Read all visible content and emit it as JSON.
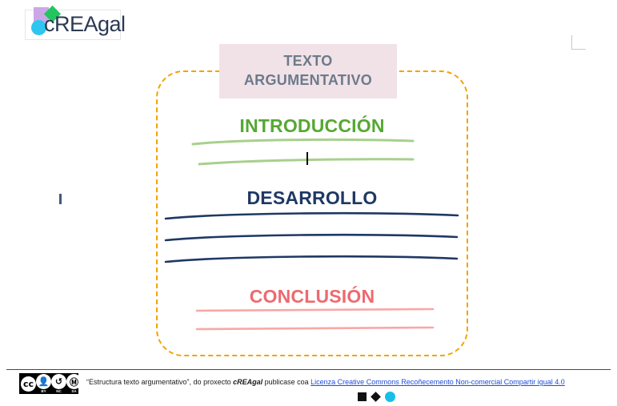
{
  "logo": {
    "text": "cREAgal",
    "square_color": "#cba7e8",
    "diamond_color": "#22c55e",
    "circle_color": "#2ec6ef",
    "text_color": "#2b3a52"
  },
  "diagram": {
    "border_color": "#f0a500",
    "title": {
      "text": "TEXTO\nARGUMENTATIVO",
      "background": "#f0e2e6",
      "text_color": "#6e7a8c"
    },
    "sections": [
      {
        "id": "introduccion",
        "label": "INTRODUCCIÓN",
        "color": "#56a832",
        "line_color": "#a8d08d",
        "line_count": 2
      },
      {
        "id": "desarrollo",
        "label": "DESARROLLO",
        "color": "#1f3864",
        "line_color": "#1f3864",
        "line_count": 3
      },
      {
        "id": "conclusion",
        "label": "CONCLUSIÓN",
        "color": "#ed6a6f",
        "line_color": "#f9a7a7",
        "line_count": 2
      }
    ]
  },
  "footer": {
    "license_badge": {
      "marks": [
        "cc",
        "BY",
        "NC",
        "SA"
      ],
      "glyphs": [
        "cc",
        "⑥",
        "↺",
        "ⓒ"
      ]
    },
    "text_before": "“Estructura texto argumentativo”, do proxecto ",
    "project_name": "cREAgal",
    "text_middle": " publicase coa ",
    "link_text": "Licenza Creative Commons Recoñecemento Non-comercial Compartir igual 4.0",
    "link_color": "#1d4ed8",
    "shapes": [
      "black-square",
      "black-diamond",
      "cyan-circle"
    ]
  }
}
